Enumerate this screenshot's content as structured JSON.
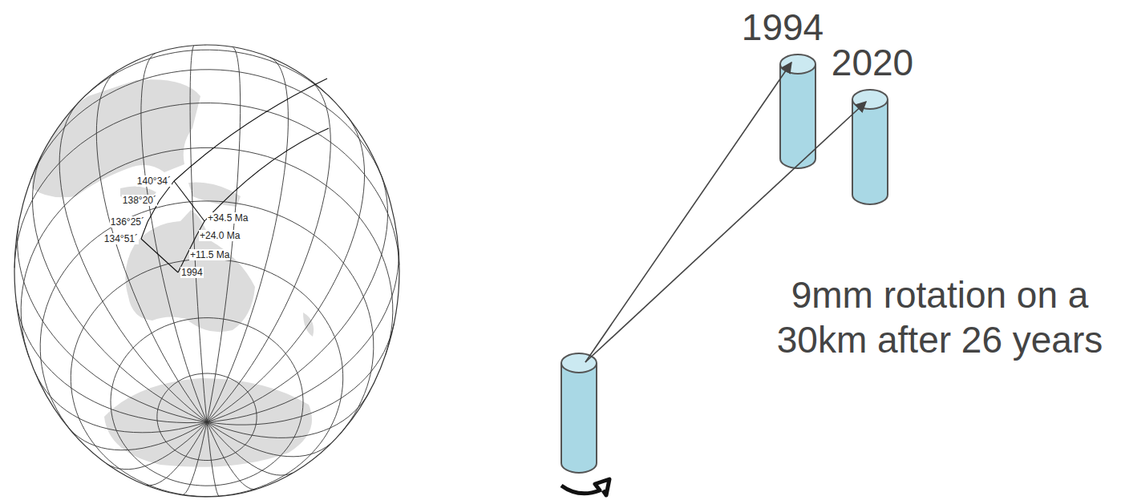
{
  "diagram": {
    "labels": [
      "140°34´",
      "138°20´",
      "136°25´",
      "134°51´",
      "+34.5 Ma",
      "+24.0 Ma",
      "+11.5 Ma",
      "1994",
      "1994",
      "2020",
      "9mm rotation on a 30km after 26 years"
    ]
  }
}
